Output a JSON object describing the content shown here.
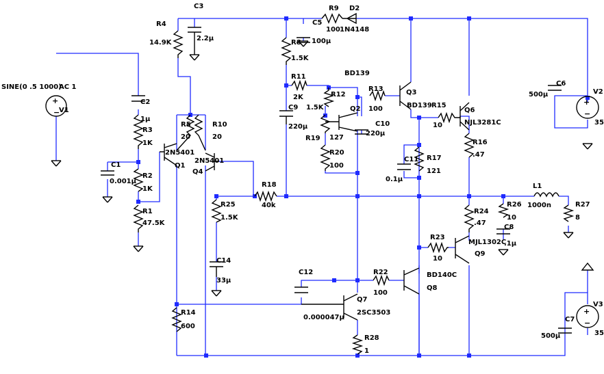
{
  "components": {
    "C3": {
      "ref": "C3",
      "value": "2.2µ"
    },
    "R4": {
      "ref": "R4",
      "value": "14.9K"
    },
    "R9": {
      "ref": "R9",
      "value": "100"
    },
    "D2": {
      "ref": "D2",
      "value": "1N4148"
    },
    "C5": {
      "ref": "C5",
      "value": "100µ"
    },
    "R8": {
      "ref": "R8",
      "value": "1.5K"
    },
    "source_ac": {
      "label": "SINE(0 .5 1000)",
      "ac": "AC 1",
      "ref": "V1"
    },
    "C2": {
      "ref": "C2",
      "value": "1µ"
    },
    "R3": {
      "ref": "R3",
      "value": "1K"
    },
    "C1": {
      "ref": "C1",
      "value": "0.001µ"
    },
    "R2": {
      "ref": "R2",
      "value": "1K"
    },
    "R1": {
      "ref": "R1",
      "value": "47.5K"
    },
    "R5": {
      "ref": "R5",
      "value": "20"
    },
    "R10": {
      "ref": "R10",
      "value": "20"
    },
    "Q1": {
      "ref": "Q1",
      "model": "2N5401"
    },
    "Q4": {
      "ref": "Q4",
      "model": "2N5401"
    },
    "R11": {
      "ref": "R11",
      "value": "2K"
    },
    "R12": {
      "ref": "R12",
      "value": "1.5K"
    },
    "C9": {
      "ref": "C9",
      "value": "220µ"
    },
    "R19": {
      "ref": "R19",
      "value": "127"
    },
    "R20": {
      "ref": "R20",
      "value": "100"
    },
    "Q2": {
      "ref": "Q2",
      "model": "BD139"
    },
    "C10": {
      "ref": "C10",
      "value": "220µ"
    },
    "R13": {
      "ref": "R13",
      "value": "100"
    },
    "Q3": {
      "ref": "Q3",
      "model": "BD139"
    },
    "R15": {
      "ref": "R15",
      "value": "10"
    },
    "Q6": {
      "ref": "Q6",
      "model": "NJL3281C"
    },
    "R16": {
      "ref": "R16",
      "value": ".47"
    },
    "C11": {
      "ref": "C11",
      "value": "0.1µ"
    },
    "R17": {
      "ref": "R17",
      "value": "121"
    },
    "R18": {
      "ref": "R18",
      "value": "40k"
    },
    "R25": {
      "ref": "R25",
      "value": "1.5K"
    },
    "C14": {
      "ref": "C14",
      "value": "33µ"
    },
    "C6": {
      "ref": "C6",
      "value": "500µ"
    },
    "V2": {
      "ref": "V2",
      "value": "35"
    },
    "L1": {
      "ref": "L1",
      "value": "1000n"
    },
    "R26": {
      "ref": "R26",
      "value": "10"
    },
    "C8": {
      "ref": "C8",
      "value": ".1µ"
    },
    "R27": {
      "ref": "R27",
      "value": "8"
    },
    "R24": {
      "ref": "R24",
      "value": ".47"
    },
    "R23": {
      "ref": "R23",
      "value": "10"
    },
    "Q9": {
      "ref": "Q9",
      "model": "MJL1302C"
    },
    "C12": {
      "ref": "C12",
      "value": "0.000047µ"
    },
    "R22": {
      "ref": "R22",
      "value": "100"
    },
    "Q8": {
      "ref": "Q8",
      "model": "BD140C"
    },
    "Q7": {
      "ref": "Q7",
      "model": "2SC3503"
    },
    "R14": {
      "ref": "R14",
      "value": "600"
    },
    "R28": {
      "ref": "R28",
      "value": "1"
    },
    "C7": {
      "ref": "C7",
      "value": "500µ"
    },
    "V3": {
      "ref": "V3",
      "value": "35"
    }
  },
  "colors": {
    "wire": "#1f2bff",
    "component": "#000000",
    "background": "#ffffff"
  }
}
